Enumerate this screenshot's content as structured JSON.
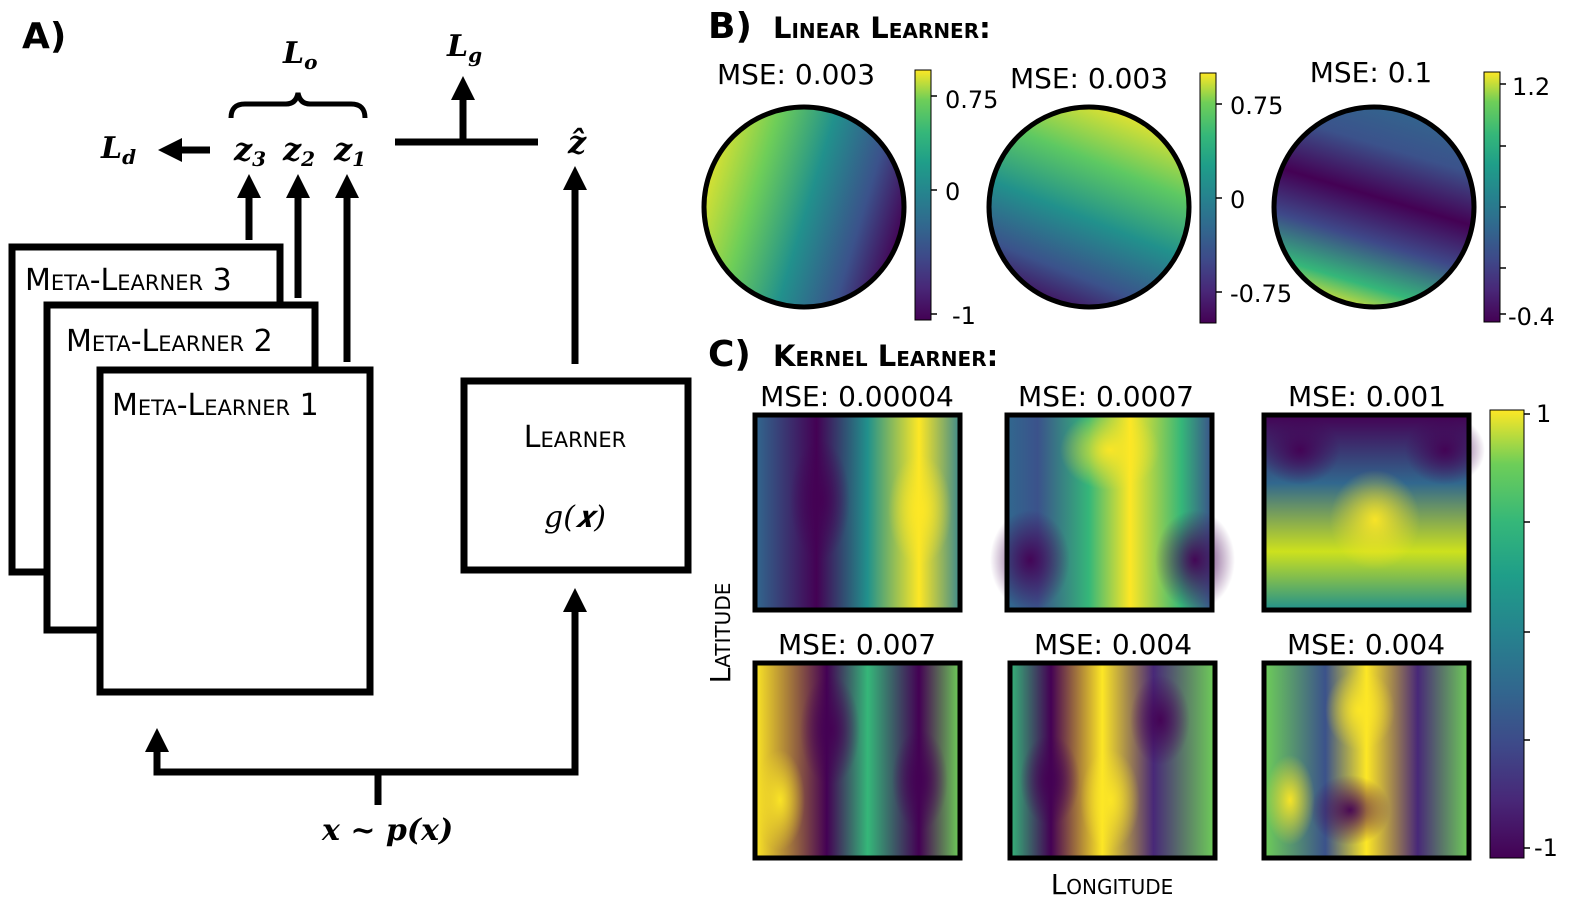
{
  "panel_a": {
    "label": "A)",
    "meta_learners": [
      "Meta-Learner 3",
      "Meta-Learner 2",
      "Meta-Learner 1"
    ],
    "learner_title": "Learner",
    "learner_func": "g(𝒙)",
    "z_labels": [
      "z",
      "z",
      "z"
    ],
    "z_subs": [
      "3",
      "2",
      "1"
    ],
    "z_hat": "ẑ",
    "loss_o": "L",
    "loss_o_sub": "o",
    "loss_g": "L",
    "loss_g_sub": "g",
    "loss_d": "L",
    "loss_d_sub": "d",
    "input_label": "𝒙 ~ p(𝒙)"
  },
  "panel_b": {
    "label": "B)",
    "title": "Linear Learner:",
    "plots": [
      {
        "mse": "MSE: 0.003",
        "ticks": [
          "0.75",
          "0",
          "-1"
        ]
      },
      {
        "mse": "MSE: 0.003",
        "ticks": [
          "0.75",
          "0",
          "-0.75"
        ]
      },
      {
        "mse": "MSE: 0.1",
        "ticks": [
          "1.2",
          "-0.4"
        ]
      }
    ]
  },
  "panel_c": {
    "label": "C)",
    "title": "Kernel Learner:",
    "mse": [
      "MSE: 0.00004",
      "MSE: 0.0007",
      "MSE: 0.001",
      "MSE: 0.007",
      "MSE: 0.004",
      "MSE: 0.004"
    ],
    "xlabel": "Longitude",
    "ylabel": "Latitude",
    "colorbar_ticks": [
      "1",
      "-1"
    ]
  },
  "colors": {
    "viridis_dark": "#440154",
    "viridis_mid": "#21918c",
    "viridis_bright": "#fde725"
  }
}
